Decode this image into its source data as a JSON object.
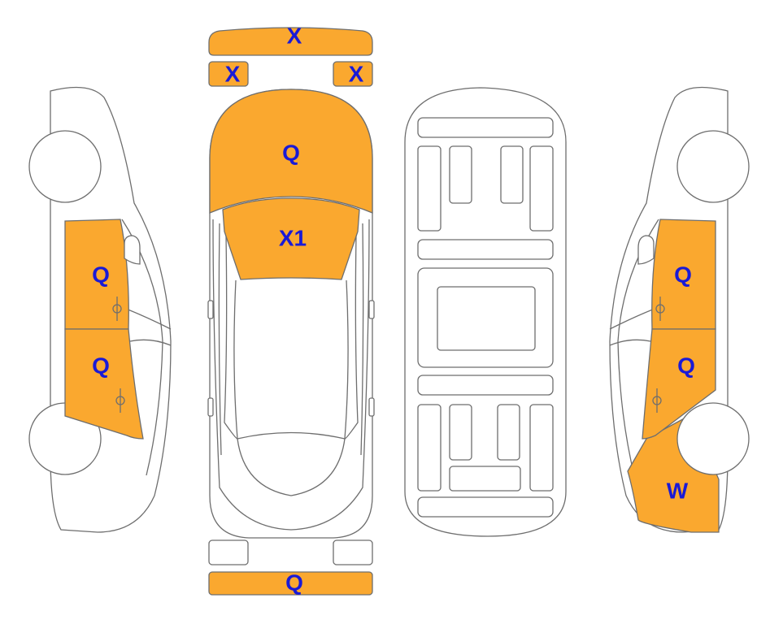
{
  "damage_color": "#FAA82F",
  "code_color": "#1a1ad6",
  "panels": {
    "roof_bar": {
      "code": "X"
    },
    "roof_left_small": {
      "code": "X"
    },
    "roof_right_small": {
      "code": "X"
    },
    "hood": {
      "code": "Q"
    },
    "windshield": {
      "code": "X1"
    },
    "rear_bumper": {
      "code": "Q"
    },
    "left_front_door": {
      "code": "Q"
    },
    "left_rear_door": {
      "code": "Q"
    },
    "right_front_door": {
      "code": "Q"
    },
    "right_rear_door": {
      "code": "Q"
    },
    "right_rear_quarter": {
      "code": "W"
    }
  }
}
